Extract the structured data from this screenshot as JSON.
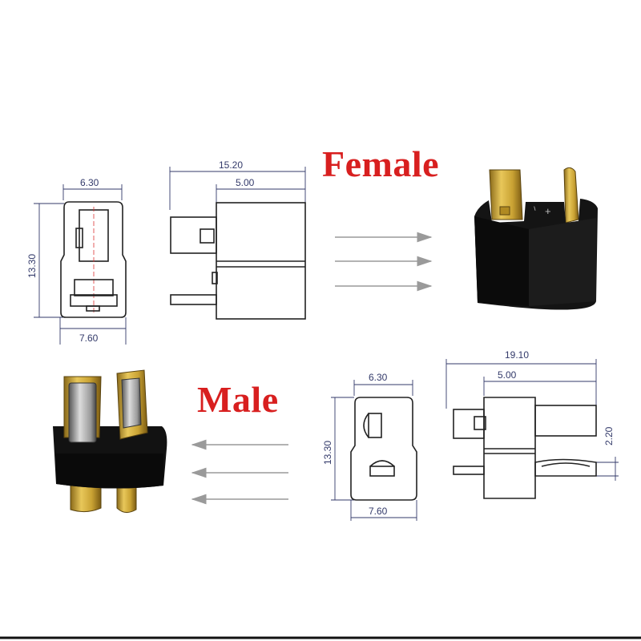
{
  "labels": {
    "female": "Female",
    "male": "Male"
  },
  "female_drawing": {
    "front_width_top": "6.30",
    "front_width_bottom": "7.60",
    "front_height": "13.30",
    "side_total_length": "15.20",
    "side_pin_length": "5.00"
  },
  "male_drawing": {
    "front_width_top": "6.30",
    "front_width_bottom": "7.60",
    "front_height": "13.30",
    "side_total_length": "19.10",
    "side_pin_length": "5.00",
    "side_pin_offset": "2.20"
  },
  "female_polarity": {
    "minus": "−",
    "plus": "+"
  },
  "colors": {
    "heading": "#d81f1f",
    "dimension": "#333a6a",
    "arrow": "#9a9a9a",
    "gold": "#c9a233",
    "body": "#111111"
  }
}
